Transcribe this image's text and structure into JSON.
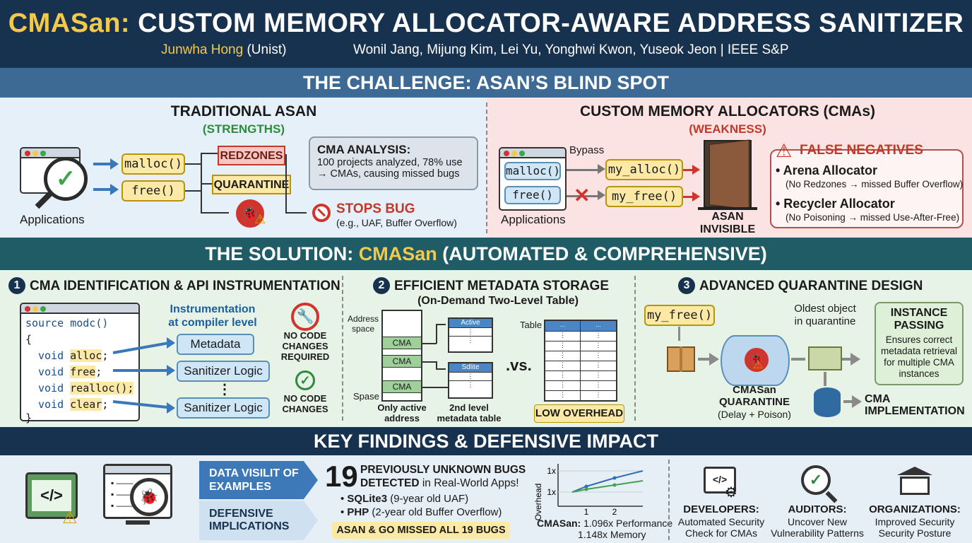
{
  "header": {
    "title_highlight": "CMASan:",
    "title_rest": "CUSTOM MEMORY ALLOCATOR-AWARE ADDRESS SANITIZER",
    "lead_author": "Junwha Hong",
    "lead_affil": "(Unist)",
    "coauthors": "Wonil Jang, Mijung Kim, Lei Yu, Yonghwi Kwon, Yuseok Jeon",
    "venue": "| IEEE S&P"
  },
  "challenge": {
    "bar": "THE CHALLENGE: ASAN’S BLIND SPOT",
    "left": {
      "title": "TRADITIONAL ASAN",
      "subtitle": "(STRENGTHS)",
      "malloc": "malloc()",
      "free": "free()",
      "redzones": "REDZONES",
      "quarantine": "QUARANTINE",
      "apps": "Applications",
      "stops_bug": "STOPS BUG",
      "stops_bug_sub": "(e.g., UAF, Buffer Overflow)",
      "analysis_title": "CMA ANALYSIS:",
      "analysis_line1": "100 projects analyzed, 78% use",
      "analysis_line2": "→ CMAs, causing missed bugs"
    },
    "right": {
      "title": "CUSTOM MEMORY ALLOCATORS (CMAs)",
      "subtitle": "(WEAKNESS)",
      "bypass": "Bypass",
      "malloc": "malloc()",
      "free": "free()",
      "my_alloc": "my_alloc()",
      "my_free": "my_free()",
      "apps": "Applications",
      "invisible1": "ASAN",
      "invisible2": "INVISIBLE",
      "fn_title": "FALSE NEGATIVES",
      "arena": "• Arena Allocator",
      "arena_sub": "(No Redzones → missed Buffer Overflow)",
      "recycler": "• Recycler Allocator",
      "recycler_sub": "(No Poisoning → missed Use-After-Free)"
    }
  },
  "solution": {
    "bar_pre": "THE SOLUTION: ",
    "bar_hl": "CMASan",
    "bar_post": " (AUTOMATED & COMPREHENSIVE)",
    "s1": {
      "num": "1",
      "title": "CMA IDENTIFICATION & API INSTRUMENTATION",
      "code": [
        "source modc()",
        "{",
        "void",
        "alloc",
        ";",
        "void",
        "free",
        ";",
        "void",
        "realloc();",
        "void",
        "clear",
        ";",
        "}"
      ],
      "instr1": "Instrumentation",
      "instr2": "at compiler level",
      "metadata": "Metadata",
      "sanitizer1": "Sanitizer Logic",
      "sanitizer2": "Sanitizer Logic",
      "dots": "⋮",
      "nocode1_a": "NO CODE",
      "nocode1_b": "CHANGES",
      "nocode1_c": "REQUIRED",
      "nocode2_a": "NO CODE",
      "nocode2_b": "CHANGES"
    },
    "s2": {
      "num": "2",
      "title": "EFFICIENT METADATA STORAGE",
      "subtitle": "(On-Demand Two-Level Table)",
      "addr1": "Address",
      "addr2": "space",
      "cma": "CMA",
      "spase": "Spase",
      "active": "Active",
      "sdlite": "Sdlite",
      "only1": "Only active",
      "only2": "address space",
      "second1": "2nd level",
      "second2": "metadata table",
      "vs": ".vs.",
      "table": "Table",
      "dots3": "...",
      "low": "LOW OVERHEAD"
    },
    "s3": {
      "num": "3",
      "title": "ADVANCED QUARANTINE DESIGN",
      "my_free": "my_free()",
      "oldest1": "Oldest object",
      "oldest2": "in quarantine",
      "q1": "CMASan",
      "q2": "QUARANTINE",
      "q3": "(Delay + Poison)",
      "ip_title1": "INSTANCE",
      "ip_title2": "PASSING",
      "ip_body": [
        "Ensures correct",
        "metadata retrieval",
        "for multiple CMA",
        "instances"
      ],
      "impl1": "CMA",
      "impl2": "IMPLEMENTATION"
    }
  },
  "findings": {
    "bar": "KEY FINDINGS & DEFENSIVE IMPACT",
    "tab1a": "DATA VISILIT OF",
    "tab1b": "EXAMPLES",
    "tab2a": "DEFENSIVE",
    "tab2b": "IMPLICATIONS",
    "big": "19",
    "bugs1": "PREVIOUSLY UNKNOWN BUGS",
    "bugs2_b": "DETECTED",
    "bugs2_r": " in Real-World Apps!",
    "sqlite_b": "SQLite3",
    "sqlite_r": " (9-year old UAF)",
    "php_b": "PHP",
    "php_r": " (2-year old Buffer Overflow)",
    "missed": "ASAN & GO MISSED ALL 19 BUGS",
    "perf_b": "CMASan:",
    "perf1": " 1.096x Performance",
    "perf2": "1.148x Memory",
    "dev_t": "DEVELOPERS:",
    "dev_1": "Automated Security",
    "dev_2": "Check for CMAs",
    "aud_t": "AUDITORS:",
    "aud_1": "Uncover New",
    "aud_2": "Vulnerability Patterns",
    "org_t": "ORGANIZATIONS:",
    "org_1": "Improved Security",
    "org_2": "Security Posture"
  },
  "chart_data": {
    "type": "line",
    "ylabel": "Overhead",
    "x_ticks": [
      "1",
      "2"
    ],
    "y_ticks": [
      "1x",
      "1x"
    ],
    "series": [
      {
        "color": "#2a6fb5",
        "points": [
          [
            0.5,
            1.0
          ],
          [
            1,
            1.04
          ],
          [
            2,
            1.1
          ],
          [
            3,
            1.15
          ]
        ]
      },
      {
        "color": "#3fa34d",
        "points": [
          [
            0.5,
            1.0
          ],
          [
            1,
            1.02
          ],
          [
            2,
            1.05
          ],
          [
            3,
            1.08
          ]
        ]
      }
    ],
    "xlim": [
      0,
      3
    ],
    "ylim": [
      0.9,
      1.2
    ]
  },
  "colors": {
    "navy": "#17324f",
    "teal": "#1f5c66",
    "yellow": "#f2c94c",
    "red": "#d0342c",
    "green": "#2e8b3e"
  }
}
